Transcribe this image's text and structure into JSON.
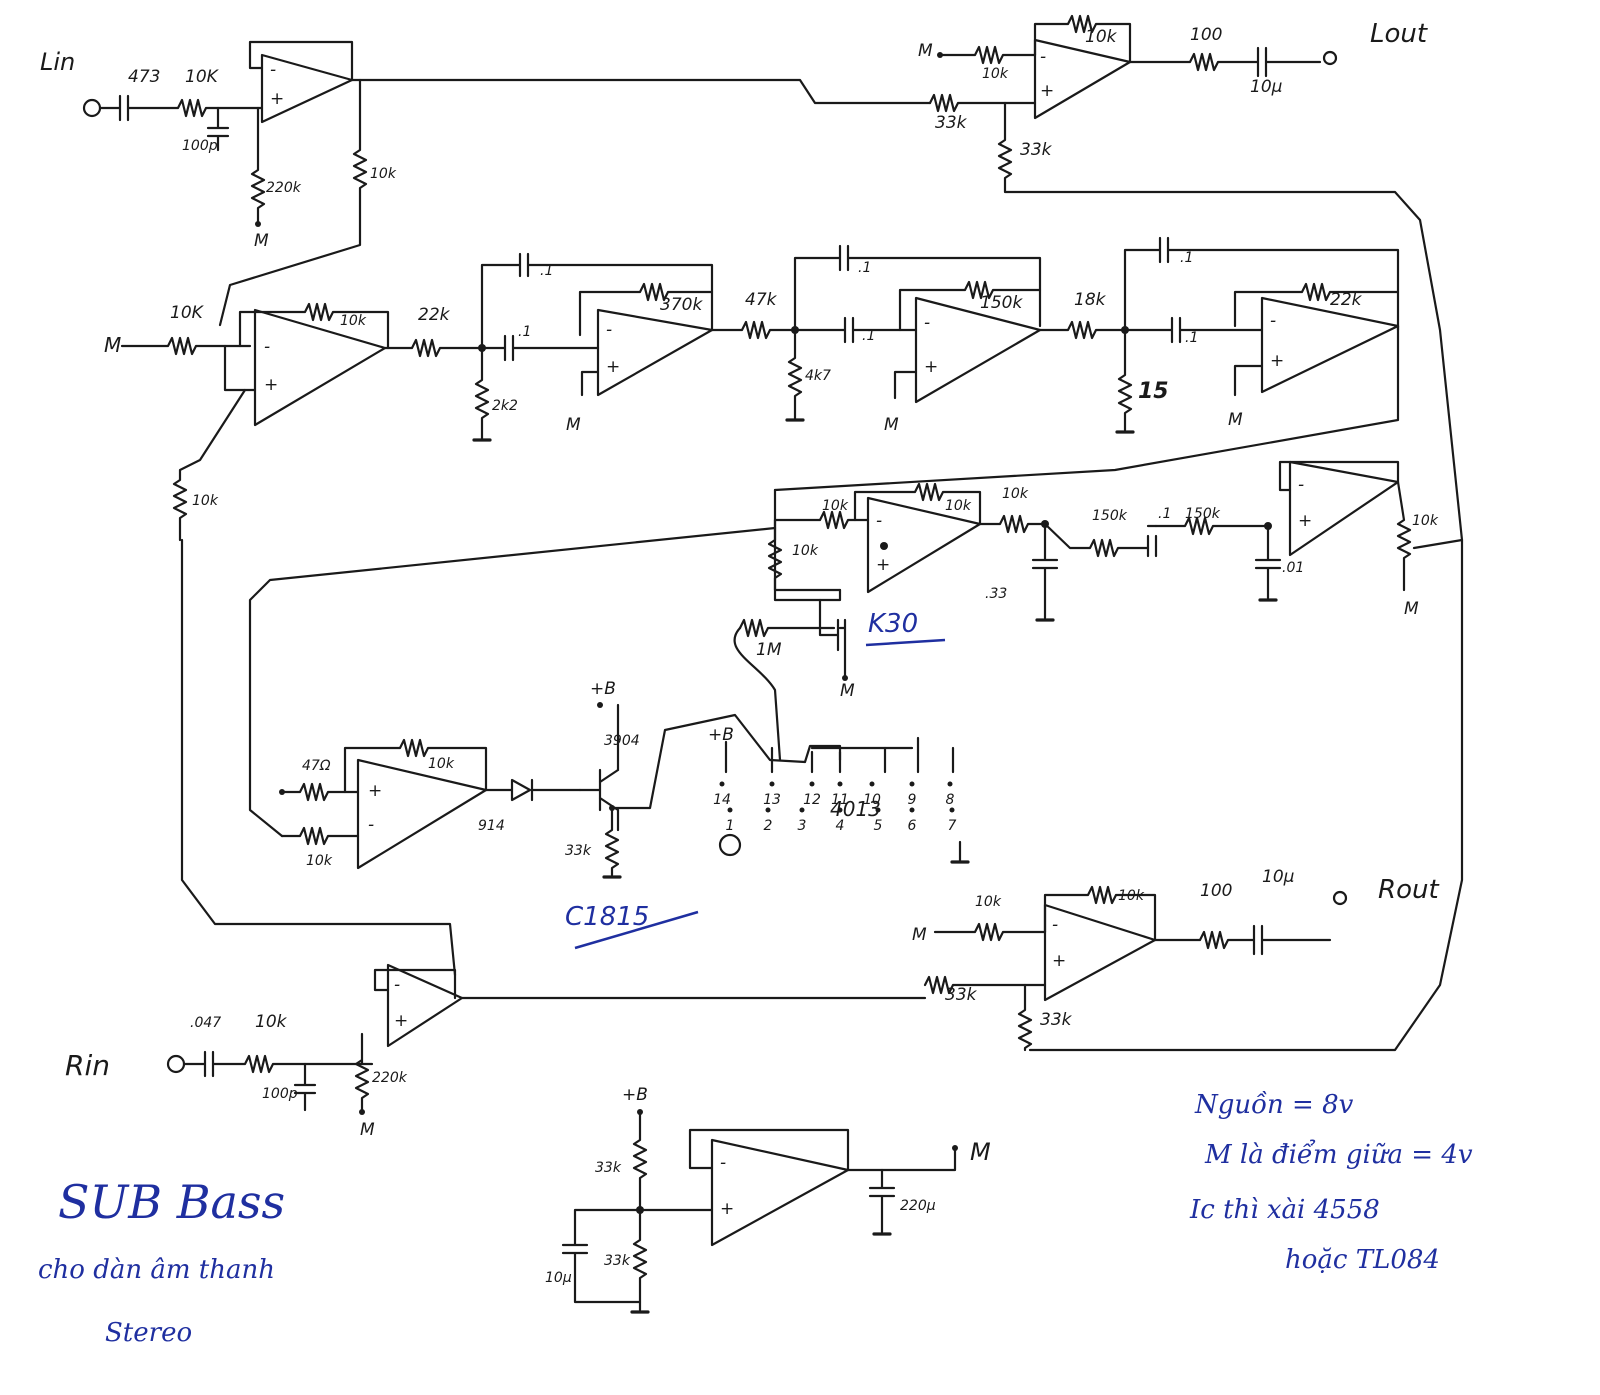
{
  "io": {
    "lin": "Lin",
    "rin": "Rin",
    "lout": "Lout",
    "rout": "Rout"
  },
  "power": {
    "plus_b": "+B",
    "ground_ref": "M"
  },
  "components": {
    "lin_cap": "473",
    "rin_cap": ".047",
    "r_10k": "10K",
    "r_10k_b": "10k",
    "c_100p": "100p",
    "r_220k": "220k",
    "r_22k": "22k",
    "r_2k2": "2k2",
    "r_370k": "370k",
    "r_47k": "47k",
    "r_4k7": "4k7",
    "r_150k": "150k",
    "r_18k": "18k",
    "r_15": "15",
    "c_01": ".1",
    "r_100": "100",
    "c_10u": "10µ",
    "r_33k": "33k",
    "r_1m": "1M",
    "c_033": ".33",
    "c_001": ".01",
    "r_47ohm": "47Ω",
    "diode": "914",
    "q_3904": "3904",
    "q_c1815": "C1815",
    "fet_k30": "K30",
    "ic_4013": "4013",
    "c_220u": "220µ",
    "opamp_minus": "-",
    "opamp_plus": "+"
  },
  "ic_4013_pins": {
    "top": [
      "14",
      "13",
      "12",
      "11",
      "10",
      "9",
      "8"
    ],
    "bottom": [
      "1",
      "2",
      "3",
      "4",
      "5",
      "6",
      "7"
    ]
  },
  "notes": {
    "title": "SUB Bass",
    "subtitle_line1": "cho dàn âm thanh",
    "subtitle_line2": "Stereo",
    "spec_line1": "Nguồn = 8v",
    "spec_line2": "M là điểm giữa = 4v",
    "spec_line3": "Ic thì xài 4558",
    "spec_line4": "hoặc TL084"
  }
}
